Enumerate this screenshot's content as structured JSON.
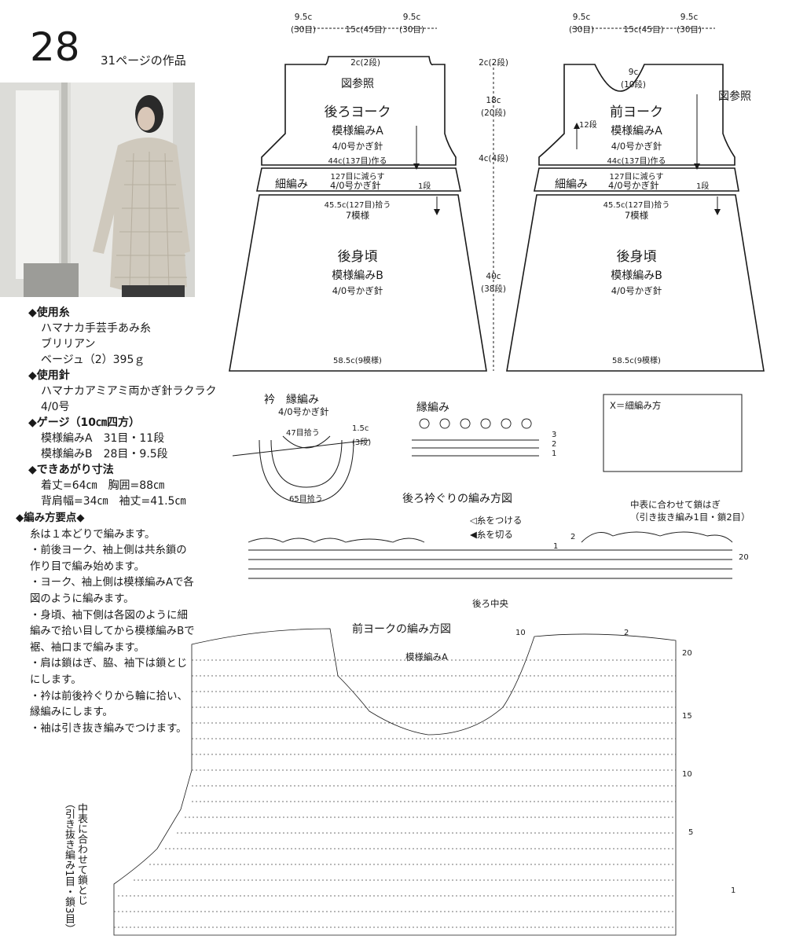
{
  "header": {
    "number": "28",
    "subtitle": "31ページの作品"
  },
  "materials": {
    "yarn_h": "◆使用糸",
    "yarn": [
      "ハマナカ手芸手あみ糸",
      "ブリリアン",
      "ベージュ（2）395ｇ"
    ],
    "needle_h": "◆使用針",
    "needle": [
      "ハマナカアミアミ両かぎ針ラクラク",
      "4/0号"
    ],
    "gauge_h": "◆ゲージ（10㎝四方）",
    "gauge": [
      "模様編みA　31目・11段",
      "模様編みB　28目・9.5段"
    ],
    "size_h": "◆できあがり寸法",
    "size": [
      "着丈=64㎝　胸囲=88㎝",
      "背肩幅=34㎝　袖丈=41.5㎝"
    ]
  },
  "points": {
    "h": "◆編み方要点◆",
    "items": [
      "糸は１本どりで編みます。",
      "・前後ヨーク、袖上側は共糸鎖の作り目で編み始めます。",
      "・ヨーク、袖上側は模様編みAで各図のように編みます。",
      "・身頃、袖下側は各図のように細編みで拾い目してから模様編みBで裾、袖口まで編みます。",
      "・肩は鎖はぎ、脇、袖下は鎖とじにします。",
      "・衿は前後衿ぐりから輪に拾い、縁編みにします。",
      "・袖は引き抜き編みでつけます。"
    ]
  },
  "back": {
    "top_dims": [
      "9.5c",
      "(30目)",
      "15c(45目)",
      "9.5c",
      "(30目)"
    ],
    "neck": "2c(2段)",
    "ref": "図参照",
    "yoke_title": "後ろヨーク",
    "pattern_a": "模様編みA",
    "hook": "4/0号かぎ針",
    "yoke_base": "44c(137目)作る",
    "dec": "127目に減らす",
    "sc_label": "細編み",
    "sc_hook": "4/0号かぎ針",
    "row1": "1段",
    "pickup": "45.5c(127目)拾う",
    "repeats": "7模様",
    "body_title": "後身頃",
    "pattern_b": "模様編みB",
    "body_hook": "4/0号かぎ針",
    "hem": "58.5c(9模様)"
  },
  "front": {
    "top_dims": [
      "9.5c",
      "(30目)",
      "15c(45目)",
      "9.5c",
      "(30目)"
    ],
    "neck_w": "9c",
    "neck_r": "(10段)",
    "rows12": "12段",
    "ref": "図参照",
    "yoke_title": "前ヨーク",
    "pattern_a": "模様編みA",
    "hook": "4/0号かぎ針",
    "yoke_base": "44c(137目)作る",
    "dec": "127目に減らす",
    "sc_label": "細編み",
    "sc_hook": "4/0号かぎ針",
    "row1": "1段",
    "pickup": "45.5c(127目)拾う",
    "repeats": "7模様",
    "body_title": "後身頃",
    "pattern_b": "模様編みB",
    "body_hook": "4/0号かぎ針",
    "hem": "58.5c(9模様)"
  },
  "vdims": {
    "a": "2c(2段)",
    "b": "18c",
    "b2": "(20段)",
    "c": "4c(4段)",
    "d": "40c",
    "d2": "(38段)"
  },
  "collar": {
    "title": "衿　縁編み",
    "hook": "4/0号かぎ針",
    "front": "47目拾う",
    "width": "1.5c",
    "rows": "(3段)",
    "back": "65目拾う"
  },
  "edging": {
    "title": "縁編み",
    "rows": [
      "3",
      "2",
      "1"
    ]
  },
  "legend": {
    "title": "X＝細編み方"
  },
  "back_neck": {
    "title": "後ろ衿ぐりの編み方図",
    "attach": "◁糸をつける",
    "cut": "◀糸を切る",
    "join1": "中表に合わせて鎖はぎ",
    "join2": "（引き抜き編み1目・鎖2目）",
    "center": "後ろ中央",
    "row_nums": [
      "1",
      "2",
      "20"
    ]
  },
  "front_yoke": {
    "title": "前ヨークの編み方図",
    "pattern": "模様編みA",
    "row_nums": [
      "20",
      "15",
      "10",
      "5",
      "1"
    ],
    "side_nums": [
      "10",
      "2"
    ],
    "side_note": [
      "中表に合わせて鎖とじ",
      "（引き抜き編み1目・鎖3目）"
    ]
  }
}
